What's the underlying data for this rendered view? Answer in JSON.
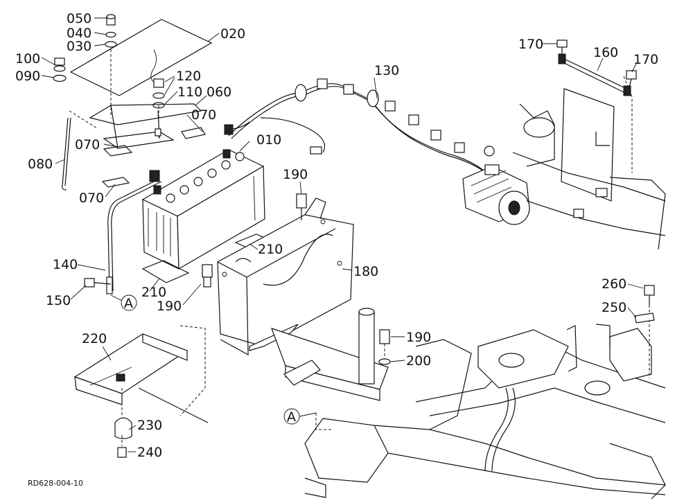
{
  "diagram": {
    "part_labels": {
      "p010": "010",
      "p020": "020",
      "p030": "030",
      "p040": "040",
      "p050": "050",
      "p060": "060",
      "p070": "070",
      "p080": "080",
      "p090": "090",
      "p100": "100",
      "p110": "110",
      "p120": "120",
      "p130": "130",
      "p140": "140",
      "p150": "150",
      "p160": "160",
      "p170": "170",
      "p180": "180",
      "p190": "190",
      "p200": "200",
      "p210": "210",
      "p220": "220",
      "p230": "230",
      "p240": "240",
      "p250": "250",
      "p260": "260"
    },
    "reference_marker": "A",
    "drawing_code": "RD628-004-10"
  }
}
